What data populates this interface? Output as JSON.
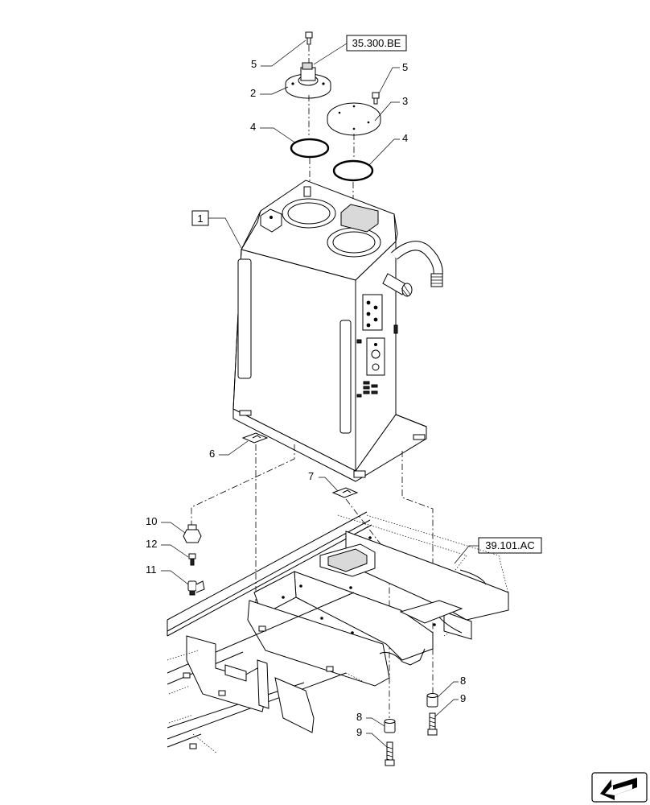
{
  "references": {
    "ref_top": "35.300.BE",
    "ref_frame": "39.101.AC"
  },
  "items": {
    "item_1": "1",
    "item_2": "2",
    "item_3": "3",
    "item_4a": "4",
    "item_4b": "4",
    "item_5a": "5",
    "item_5b": "5",
    "item_6": "6",
    "item_7": "7",
    "item_8a": "8",
    "item_8b": "8",
    "item_9a": "9",
    "item_9b": "9",
    "item_10": "10",
    "item_11": "11",
    "item_12": "12"
  },
  "icons": {
    "corner": "navigation-arrow-icon"
  }
}
